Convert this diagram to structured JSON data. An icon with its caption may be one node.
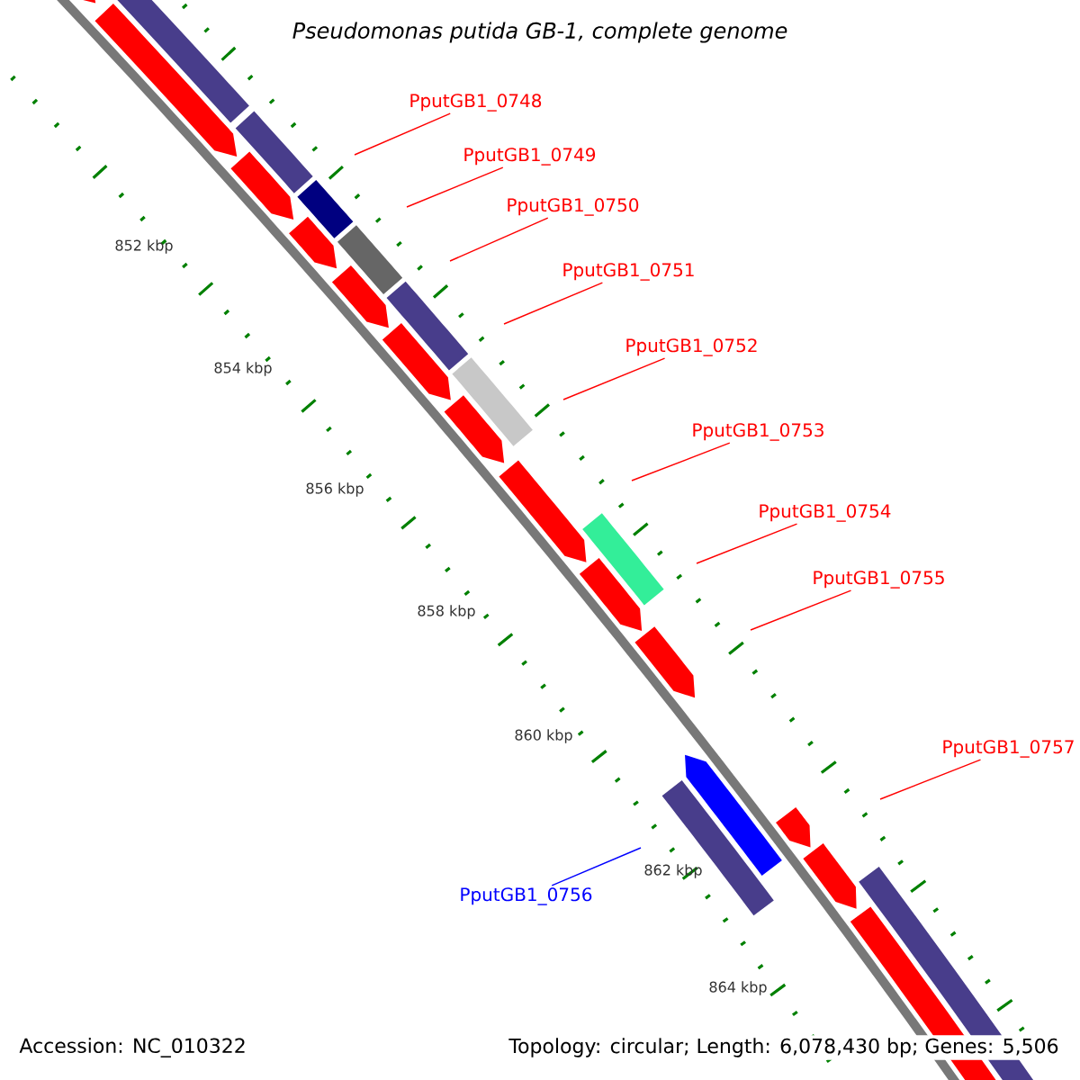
{
  "diagram": {
    "title": "Pseudomonas putida GB-1, complete genome",
    "nodes": [
      {
        "text": [
          "PputGB1_0748"
        ]
      },
      {
        "text": [
          "PputGB1_0749"
        ]
      },
      {
        "text": [
          "PputGB1_0750"
        ]
      },
      {
        "text": [
          "PputGB1_0751"
        ]
      },
      {
        "text": [
          "PputGB1_0752"
        ]
      },
      {
        "text": [
          "PputGB1_0753"
        ]
      },
      {
        "text": [
          "PputGB1_0754"
        ]
      },
      {
        "text": [
          "PputGB1_0755"
        ]
      },
      {
        "text": [
          "PputGB1_0757"
        ]
      },
      {
        "text": [
          "PputGB1_0756"
        ]
      }
    ],
    "edges": [
      {
        "from": 0,
        "to": null,
        "arrow": "none"
      },
      {
        "from": 1,
        "to": null,
        "arrow": "none"
      },
      {
        "from": 2,
        "to": null,
        "arrow": "none"
      },
      {
        "from": 3,
        "to": null,
        "arrow": "none"
      },
      {
        "from": 4,
        "to": null,
        "arrow": "none"
      },
      {
        "from": 5,
        "to": null,
        "arrow": "none"
      },
      {
        "from": 6,
        "to": null,
        "arrow": "none"
      },
      {
        "from": 7,
        "to": null,
        "arrow": "none"
      },
      {
        "from": 8,
        "to": null,
        "arrow": "none"
      },
      {
        "from": 9,
        "to": null,
        "arrow": "none",
        "color": "#0000ff"
      }
    ],
    "labels": [
      "852 kbp",
      "854 kbp",
      "856 kbp",
      "858 kbp",
      "860 kbp",
      "862 kbp",
      "864 kbp",
      "Accession: NC_010322",
      "Topology: circular; Length: 6,078,430 bp; Genes: 5,506"
    ]
  }
}
